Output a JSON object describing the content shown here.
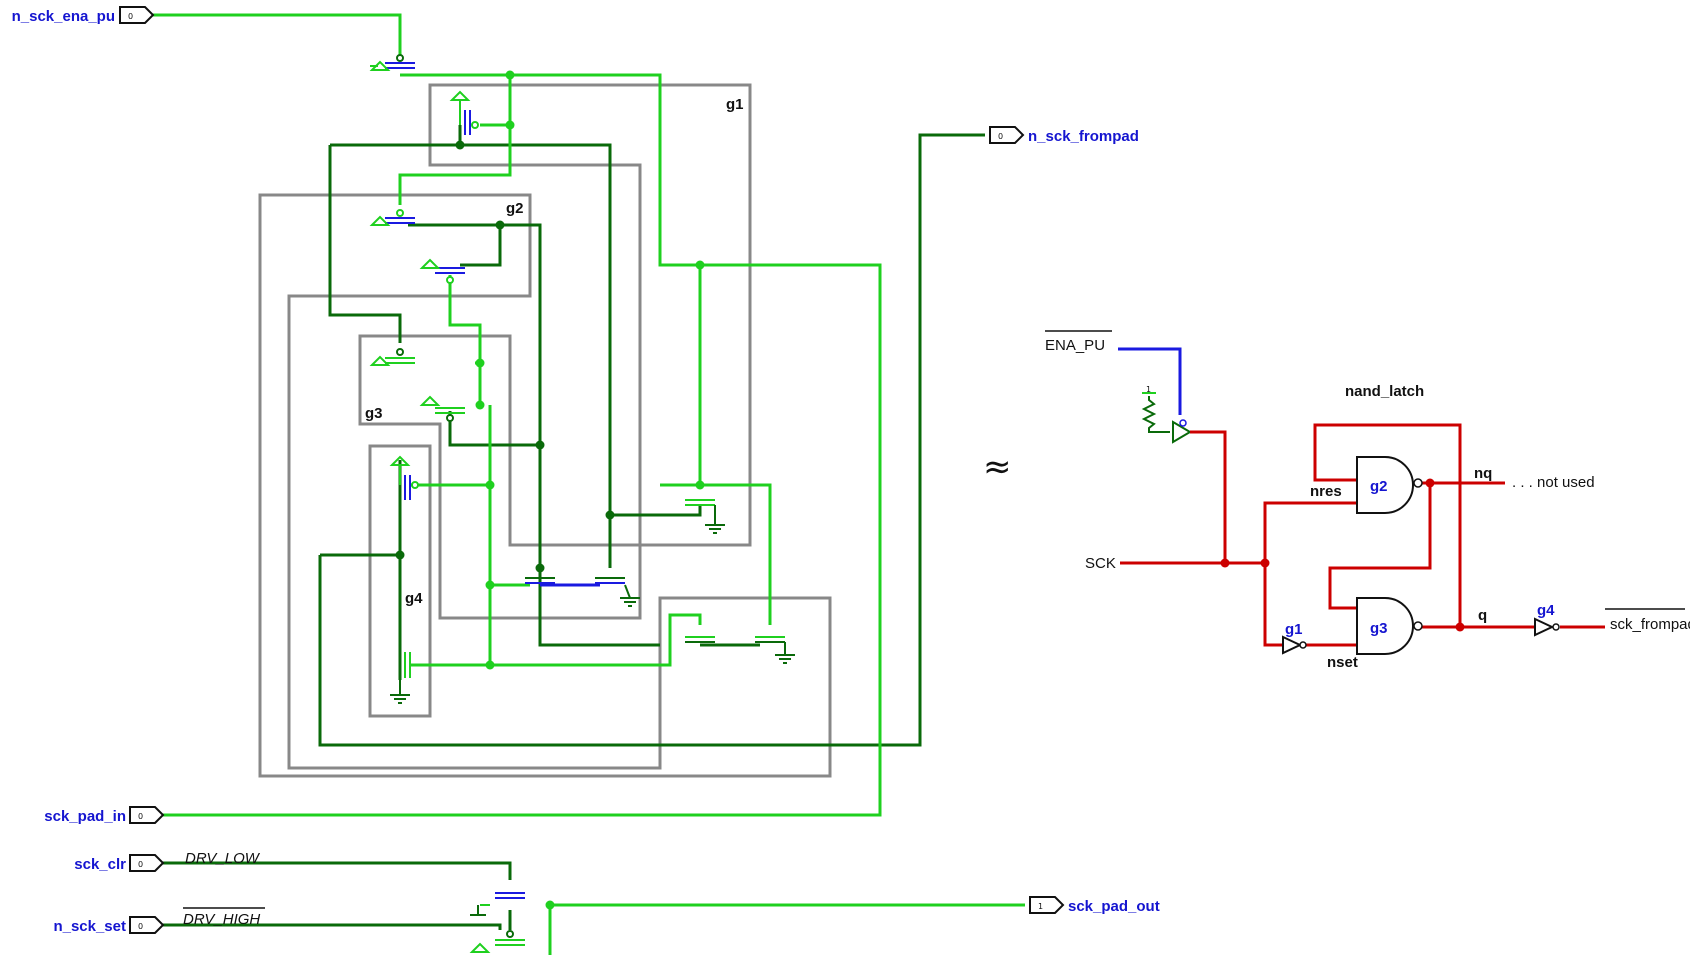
{
  "pins": {
    "n_sck_ena_pu": {
      "label": "n_sck_ena_pu",
      "value": "0"
    },
    "n_sck_frompad": {
      "label": "n_sck_frompad",
      "value": "0"
    },
    "sck_pad_in": {
      "label": "sck_pad_in",
      "value": "0"
    },
    "sck_clr": {
      "label": "sck_clr",
      "value": "0"
    },
    "n_sck_set": {
      "label": "n_sck_set",
      "value": "0"
    },
    "sck_pad_out": {
      "label": "sck_pad_out",
      "value": "1"
    }
  },
  "groups": {
    "g1": "g1",
    "g2": "g2",
    "g3": "g3",
    "g4": "g4"
  },
  "drive_labels": {
    "drv_low": "DRV_LOW",
    "drv_high": "DRV_HIGH"
  },
  "approx": "≈",
  "schematic": {
    "ena_pu": "ENA_PU",
    "pullup_value": "1",
    "title": "nand_latch",
    "nres": "nres",
    "nset": "nset",
    "sck": "SCK",
    "nq": "nq",
    "not_used": ". . . not used",
    "q": "q",
    "sck_frompad": "sck_frompad",
    "g1": "g1",
    "g2": "g2",
    "g3": "g3",
    "g4": "g4"
  },
  "colors": {
    "bright_green": "#1fd01f",
    "dark_green": "#0a6a0a",
    "blue": "#1a1ae0",
    "red": "#cc0000",
    "box_gray": "#888888"
  }
}
